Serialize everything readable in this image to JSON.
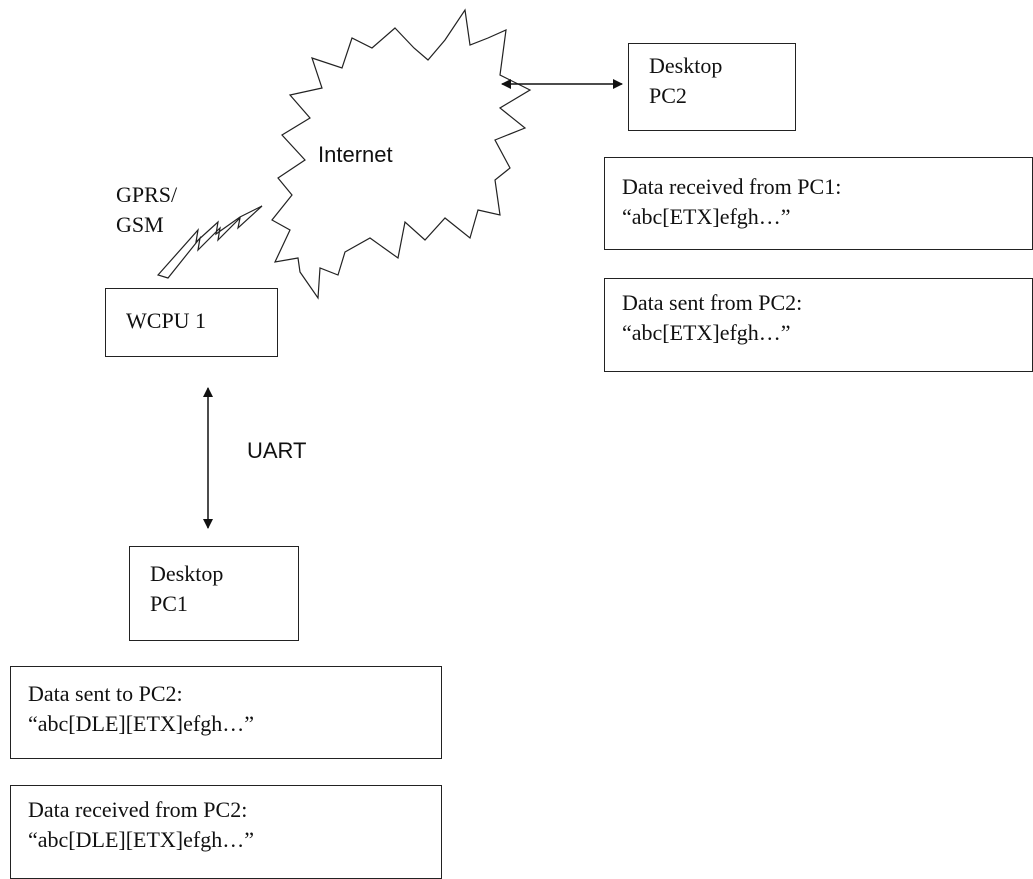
{
  "nodes": {
    "desktop_pc2": {
      "line1": "Desktop",
      "line2": "PC2"
    },
    "wcpu1": {
      "label": "WCPU 1"
    },
    "desktop_pc1": {
      "line1": "Desktop",
      "line2": "PC1"
    }
  },
  "labels": {
    "internet": "Internet",
    "gprs_line1": "GPRS/",
    "gprs_line2": "GSM",
    "uart": "UART"
  },
  "notes": {
    "pc2_received": {
      "line1": "Data received from PC1:",
      "line2": "“abc[ETX]efgh…”"
    },
    "pc2_sent": {
      "line1": "Data sent from PC2:",
      "line2": "“abc[ETX]efgh…”"
    },
    "pc1_sent": {
      "line1": "Data sent to PC2:",
      "line2": "“abc[DLE][ETX]efgh…”"
    },
    "pc1_received": {
      "line1": "Data received from PC2:",
      "line2": "“abc[DLE][ETX]efgh…”"
    }
  }
}
